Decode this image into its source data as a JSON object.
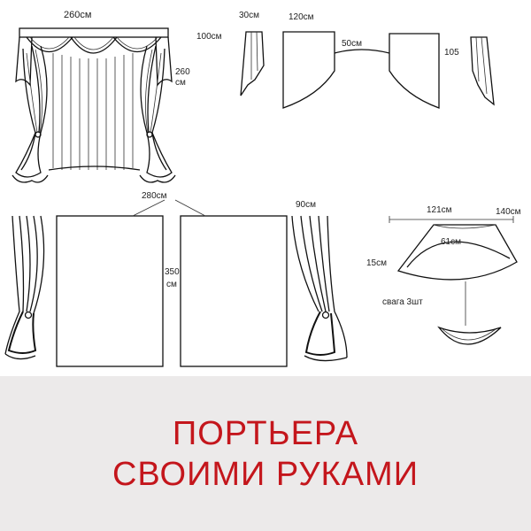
{
  "labels": {
    "width_260": "260см",
    "height_260_a": "260",
    "height_260_b": "см",
    "jabot_width": "30см",
    "jabot_height": "100см",
    "panel_width": "120см",
    "sag": "50см",
    "panel_height": "105",
    "side_width": "280см",
    "side_height_a": "350",
    "side_height_b": "см",
    "right_curtain_width": "90см",
    "swag_top": "121см",
    "swag_bottom": "140см",
    "swag_inner": "61см",
    "swag_drop": "15см",
    "swag_count": "свага 3шт"
  },
  "banner": {
    "line1": "ПОРТЬЕРА",
    "line2": "СВОИМИ РУКАМИ"
  },
  "colors": {
    "banner_text": "#c4161c",
    "banner_bg": "#eceaea",
    "line": "#111111"
  }
}
